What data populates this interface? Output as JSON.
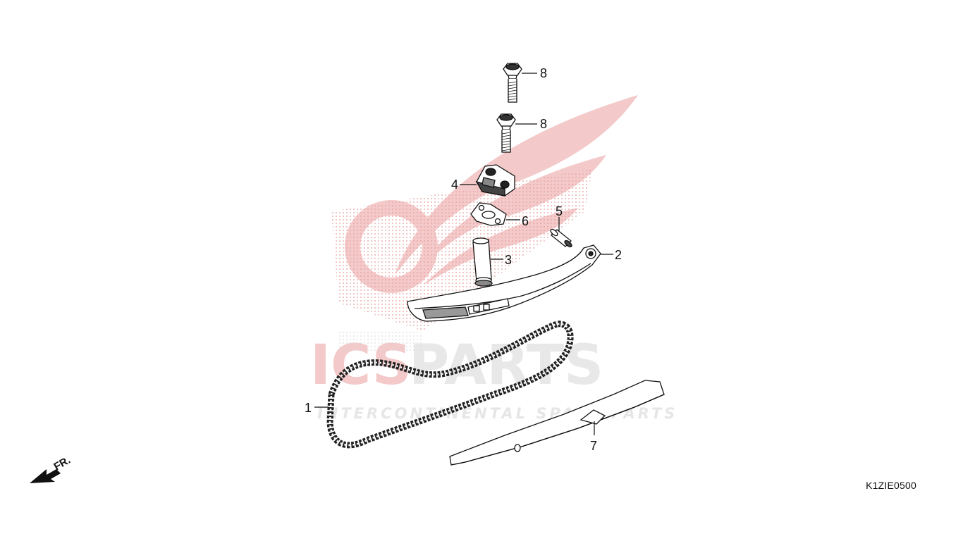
{
  "diagram_code": "K1ZIE0500",
  "front_indicator": "FR.",
  "watermark": {
    "brand_main_a": "ICS",
    "brand_main_b": "PARTS",
    "tagline": "INTERCONTINENTAL SPARE PARTS",
    "colors": {
      "red": "#f2c4c4",
      "grey": "#e8e8e8"
    }
  },
  "callouts": {
    "p1": "1",
    "p2": "2",
    "p3": "3",
    "p4": "4",
    "p5": "5",
    "p6": "6",
    "p7": "7",
    "p8a": "8",
    "p8b": "8"
  },
  "colors": {
    "line": "#111111",
    "part_fill": "#ffffff",
    "chain": "#222222"
  }
}
